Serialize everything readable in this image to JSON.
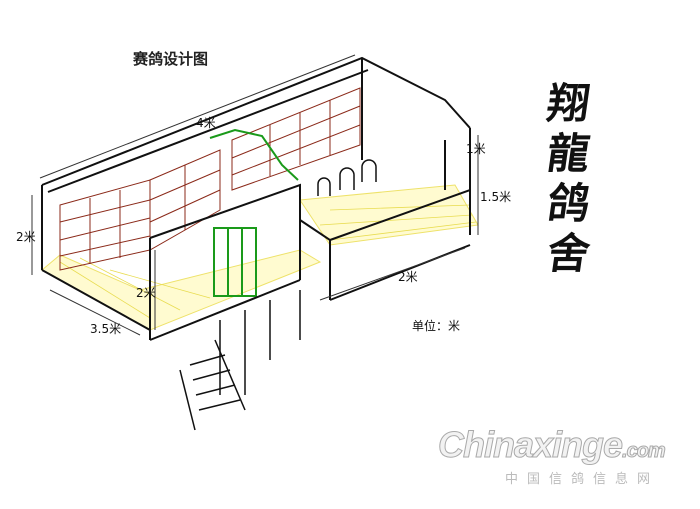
{
  "title": "赛鸽设计图",
  "dimensions": {
    "length": "4米",
    "top_right": "1米",
    "right_height": "1.5米",
    "left_height": "2米",
    "front_height": "2米",
    "front_length": "2米",
    "depth": "3.5米"
  },
  "unit_note": "单位：米",
  "calligraphy": [
    "翔",
    "龍",
    "鸽",
    "舍"
  ],
  "watermark": {
    "brand": "Chinaxinge",
    "domain": ".com",
    "subtitle": "中国信鸽信息网"
  },
  "colors": {
    "floor": "#f0e600",
    "shelves": "#8b2a1a",
    "door": "#1a9a1a",
    "lines": "#111111"
  }
}
